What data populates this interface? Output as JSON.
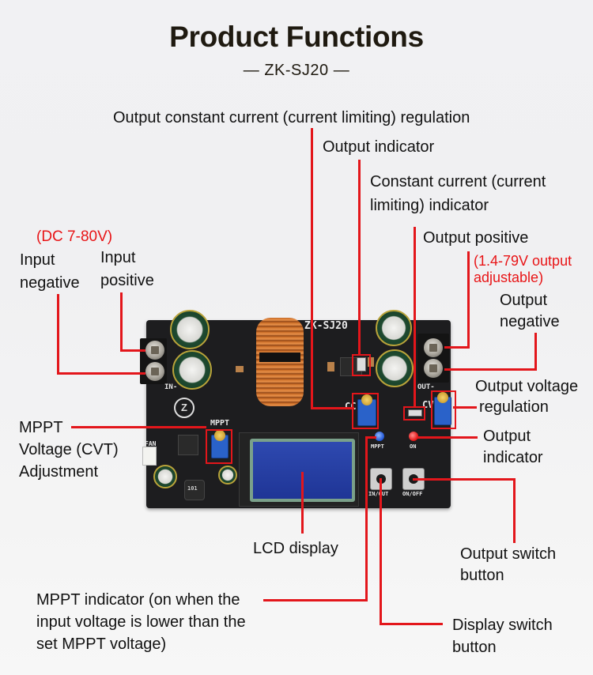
{
  "header": {
    "title": "Product Functions",
    "subtitle": "— ZK-SJ20 —"
  },
  "colors": {
    "accent_red": "#e3161b",
    "label_text": "#111111",
    "title_text": "#1f1a10",
    "background": "#f1f1f3"
  },
  "labels": {
    "output_cc_regulation": "Output constant current (current limiting) regulation",
    "output_indicator_top": "Output indicator",
    "cc_indicator_line1": "Constant current (current",
    "cc_indicator_line2": "limiting) indicator",
    "output_positive": "Output positive",
    "output_range_line1": "(1.4-79V output",
    "output_range_line2": "adjustable)",
    "output_negative_line1": "Output",
    "output_negative_line2": "negative",
    "input_range": "(DC 7-80V)",
    "input_negative_line1": "Input",
    "input_negative_line2": "negative",
    "input_positive_line1": "Input",
    "input_positive_line2": "positive",
    "output_voltage_reg_line1": "Output voltage",
    "output_voltage_reg_line2": "regulation",
    "output_indicator_right_line1": "Output",
    "output_indicator_right_line2": "indicator",
    "mppt_adj_line1": "MPPT",
    "mppt_adj_line2": "Voltage (CVT)",
    "mppt_adj_line3": "Adjustment",
    "lcd_display": "LCD display",
    "output_switch_line1": "Output switch",
    "output_switch_line2": "button",
    "mppt_indicator_line1": "MPPT indicator (on when the",
    "mppt_indicator_line2": "input voltage is lower than the",
    "mppt_indicator_line3": "set MPPT voltage)",
    "display_switch_line1": "Display switch",
    "display_switch_line2": "button"
  },
  "board_silkscreen": {
    "model": "ZK-SJ20",
    "in_minus": "IN-",
    "out_minus": "OUT-",
    "mppt": "MPPT",
    "cc": "CC",
    "cv": "CV",
    "fan": "FAN",
    "led_mppt": "MPPT",
    "led_on": "ON",
    "btn_in_out": "IN/OUT",
    "btn_on_off": "ON/OFF",
    "inductor": "101"
  }
}
